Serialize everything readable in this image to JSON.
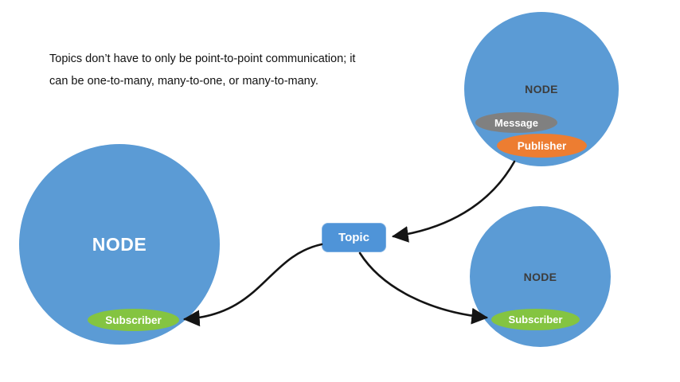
{
  "caption": "Topics don’t have to only be point-to-point communication; it\ncan be one-to-many, many-to-one, or many-to-many.",
  "topic": {
    "label": "Topic"
  },
  "nodes": {
    "left": {
      "label": "NODE",
      "subscriber": "Subscriber"
    },
    "top_right": {
      "label": "NODE",
      "message": "Message",
      "publisher": "Publisher"
    },
    "bottom_right": {
      "label": "NODE",
      "subscriber": "Subscriber"
    }
  },
  "colors": {
    "node_blue": "#5b9bd5",
    "topic_blue": "#4f94d8",
    "publisher_orange": "#ed7d31",
    "subscriber_green": "#84c441",
    "message_gray": "#808080",
    "arrow_black": "#141414",
    "node_label_light": "#ffffff",
    "node_label_dark": "#3c3c3c"
  }
}
